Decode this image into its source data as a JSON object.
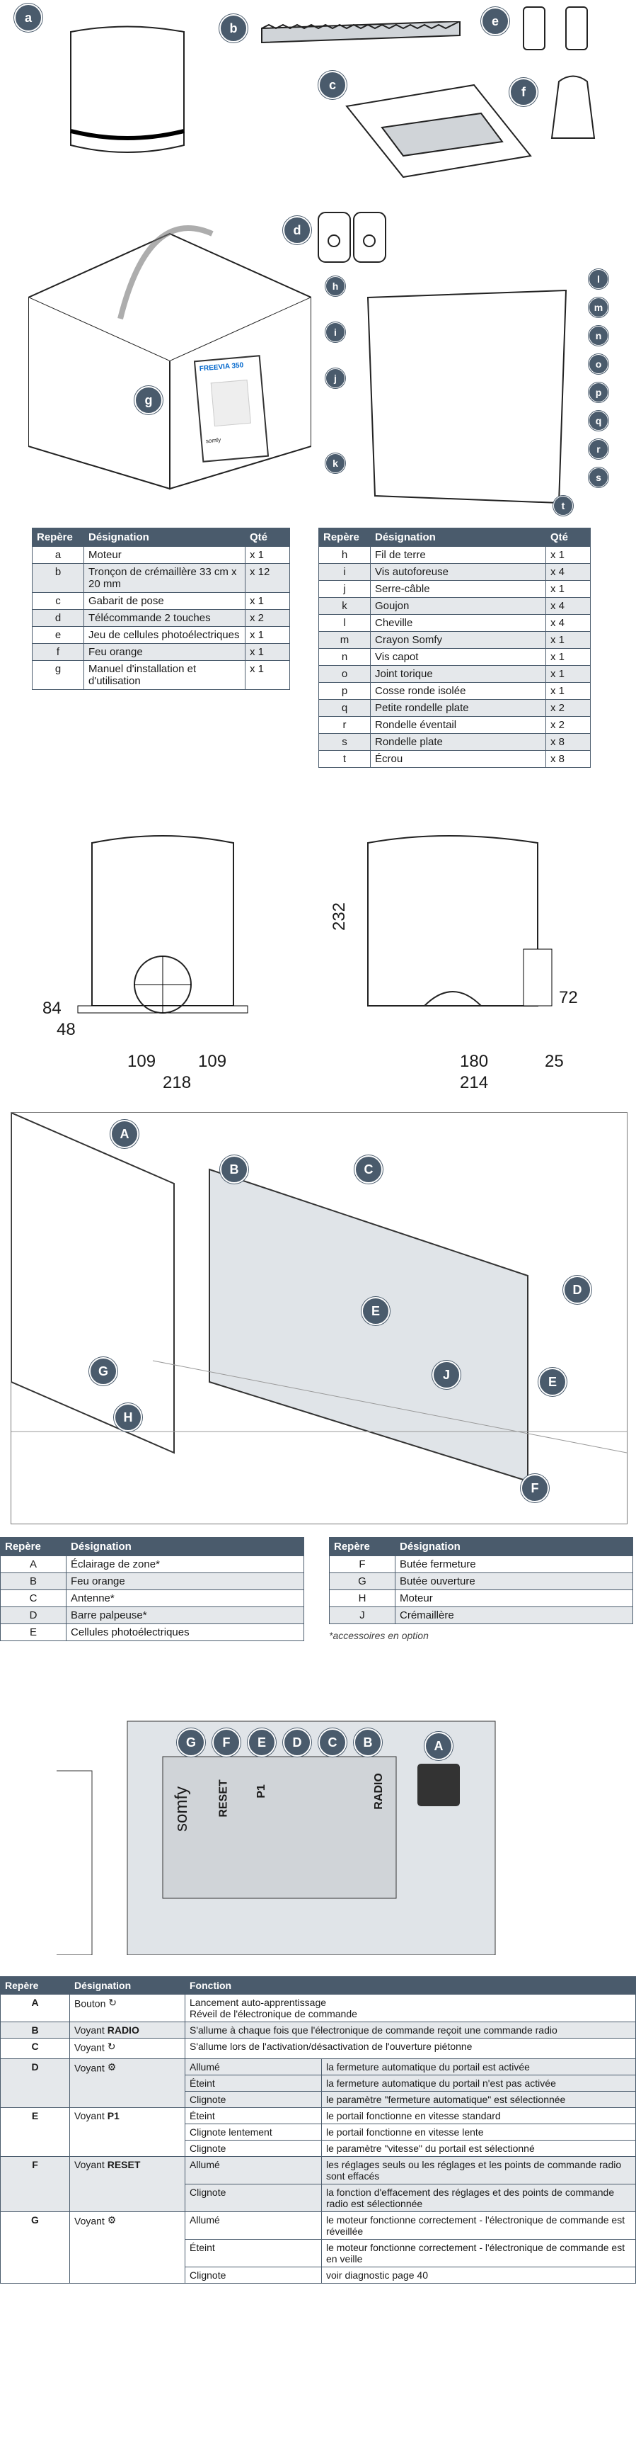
{
  "section1": {
    "callouts": [
      "a",
      "b",
      "c",
      "d",
      "e",
      "f",
      "g",
      "h",
      "i",
      "j",
      "k",
      "l",
      "m",
      "n",
      "o",
      "p",
      "q",
      "r",
      "s",
      "t"
    ],
    "manual": {
      "brand": "FREEVIA 350",
      "sub": "Somfy",
      "logo": "somfy"
    }
  },
  "table1": {
    "headers": [
      "Repère",
      "Désignation",
      "Qté"
    ],
    "rows": [
      [
        "a",
        "Moteur",
        "x 1"
      ],
      [
        "b",
        "Tronçon de crémaillère 33 cm x 20 mm",
        "x 12"
      ],
      [
        "c",
        "Gabarit de pose",
        "x 1"
      ],
      [
        "d",
        "Télécommande 2 touches",
        "x 2"
      ],
      [
        "e",
        "Jeu de cellules photoélectriques",
        "x 1"
      ],
      [
        "f",
        "Feu orange",
        "x 1"
      ],
      [
        "g",
        "Manuel d'installation et d'utilisation",
        "x 1"
      ]
    ]
  },
  "table2": {
    "headers": [
      "Repère",
      "Désignation",
      "Qté"
    ],
    "rows": [
      [
        "h",
        "Fil de terre",
        "x 1"
      ],
      [
        "i",
        "Vis autoforeuse",
        "x 4"
      ],
      [
        "j",
        "Serre-câble",
        "x 1"
      ],
      [
        "k",
        "Goujon",
        "x 4"
      ],
      [
        "l",
        "Cheville",
        "x 4"
      ],
      [
        "m",
        "Crayon Somfy",
        "x 1"
      ],
      [
        "n",
        "Vis capot",
        "x 1"
      ],
      [
        "o",
        "Joint torique",
        "x 1"
      ],
      [
        "p",
        "Cosse ronde isolée",
        "x 1"
      ],
      [
        "q",
        "Petite rondelle plate",
        "x 2"
      ],
      [
        "r",
        "Rondelle éventail",
        "x 2"
      ],
      [
        "s",
        "Rondelle plate",
        "x 8"
      ],
      [
        "t",
        "Écrou",
        "x 8"
      ]
    ]
  },
  "dimensions": {
    "front": {
      "w1": "109",
      "w2": "109",
      "total": "218",
      "h1": "84",
      "h2": "48"
    },
    "side": {
      "total_w": "214",
      "w1": "180",
      "w2": "25",
      "h_total": "232",
      "h_top": "72"
    }
  },
  "section3": {
    "callouts": [
      "A",
      "B",
      "C",
      "D",
      "E",
      "F",
      "G",
      "H",
      "J",
      "E"
    ]
  },
  "table3": {
    "headers": [
      "Repère",
      "Désignation"
    ],
    "rows": [
      [
        "A",
        "Éclairage de zone*"
      ],
      [
        "B",
        "Feu orange"
      ],
      [
        "C",
        "Antenne*"
      ],
      [
        "D",
        "Barre palpeuse*"
      ],
      [
        "E",
        "Cellules photoélectriques"
      ]
    ]
  },
  "table4": {
    "headers": [
      "Repère",
      "Désignation"
    ],
    "rows": [
      [
        "F",
        "Butée fermeture"
      ],
      [
        "G",
        "Butée ouverture"
      ],
      [
        "H",
        "Moteur"
      ],
      [
        "J",
        "Crémaillère"
      ]
    ],
    "footnote": "*accessoires en option"
  },
  "section4": {
    "labels": {
      "reset": "RESET",
      "radio": "RADIO",
      "p1": "P1",
      "brand": "somfy"
    },
    "callouts": [
      "G",
      "F",
      "E",
      "D",
      "C",
      "B",
      "A"
    ]
  },
  "table5": {
    "headers": [
      "Repère",
      "Désignation",
      "Fonction"
    ],
    "rows": [
      {
        "id": "A",
        "desig": "Bouton",
        "icon": "refresh",
        "func": [
          "Lancement auto-apprentissage",
          "Réveil de l'électronique de commande"
        ]
      },
      {
        "id": "B",
        "desig_prefix": "Voyant",
        "desig_bold": "RADIO",
        "func": [
          "S'allume à chaque fois que l'électronique de commande reçoit une commande radio"
        ]
      },
      {
        "id": "C",
        "desig_prefix": "Voyant",
        "icon": "walker",
        "func": [
          "S'allume lors de l'activation/désactivation de l'ouverture piétonne"
        ]
      },
      {
        "id": "D",
        "desig_prefix": "Voyant",
        "icon": "clock",
        "sub_rows": [
          {
            "state": "Allumé",
            "desc": "la fermeture automatique du portail est activée"
          },
          {
            "state": "Éteint",
            "desc": "la fermeture automatique du portail n'est pas activée"
          },
          {
            "state": "Clignote",
            "desc": "le paramètre \"fermeture automatique\" est sélectionnée"
          }
        ]
      },
      {
        "id": "E",
        "desig_prefix": "Voyant",
        "desig_bold": "P1",
        "sub_rows": [
          {
            "state": "Éteint",
            "desc": "le portail fonctionne en vitesse standard"
          },
          {
            "state": "Clignote lentement",
            "desc": "le portail fonctionne en vitesse lente"
          },
          {
            "state": "Clignote",
            "desc": "le paramètre \"vitesse\" du portail est sélectionné"
          }
        ]
      },
      {
        "id": "F",
        "desig_prefix": "Voyant",
        "desig_bold": "RESET",
        "sub_rows": [
          {
            "state": "Allumé",
            "desc": "les réglages seuls ou les réglages et les points de commande radio sont effacés"
          },
          {
            "state": "Clignote",
            "desc": "la fonction d'effacement des réglages et des points de commande radio est sélectionnée"
          }
        ]
      },
      {
        "id": "G",
        "desig_prefix": "Voyant",
        "icon": "power",
        "sub_rows": [
          {
            "state": "Allumé",
            "desc": "le moteur fonctionne correctement - l'électronique de commande est réveillée"
          },
          {
            "state": "Éteint",
            "desc": "le moteur fonctionne correctement - l'électronique de commande est en veille"
          },
          {
            "state": "Clignote",
            "desc": "voir diagnostic page 40"
          }
        ]
      }
    ]
  }
}
